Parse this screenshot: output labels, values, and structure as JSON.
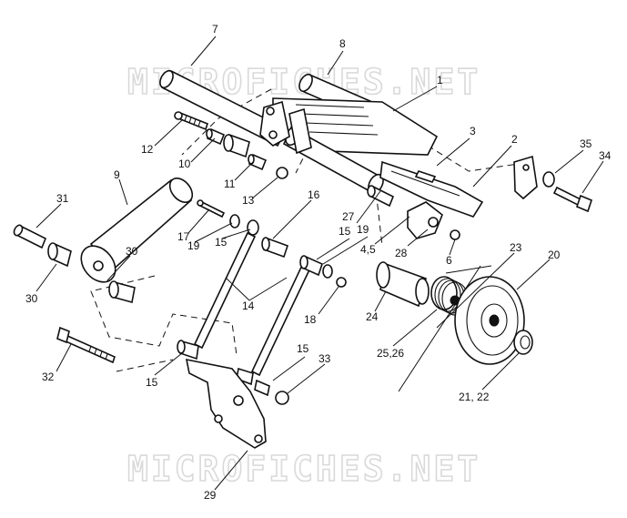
{
  "watermark": "MICROFICHES.NET",
  "callouts": [
    "7",
    "8",
    "1",
    "3",
    "2",
    "35",
    "34",
    "12",
    "10",
    "11",
    "13",
    "9",
    "31",
    "16",
    "17",
    "19",
    "15",
    "27",
    "19",
    "15",
    "4,5",
    "28",
    "6",
    "23",
    "20",
    "30",
    "30",
    "14",
    "18",
    "24",
    "25,26",
    "15",
    "33",
    "32",
    "15",
    "21, 22",
    "29"
  ]
}
